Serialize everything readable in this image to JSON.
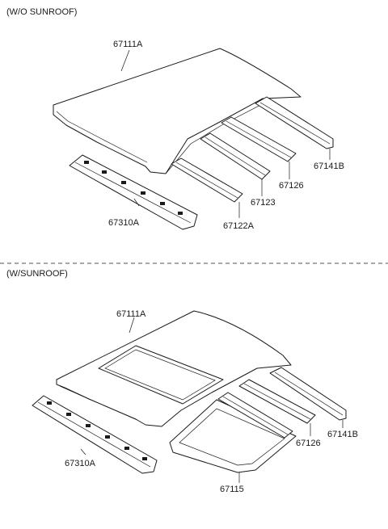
{
  "sections": [
    {
      "title": "(W/O SUNROOF)",
      "labels": {
        "roof_panel": "67111A",
        "front_rail": "67310A",
        "bow_front": "67122A",
        "bow_mid": "67123",
        "bow_rear": "67126",
        "rear_rail": "67141B"
      }
    },
    {
      "title": "(W/SUNROOF)",
      "labels": {
        "roof_panel": "67111A",
        "front_rail": "67310A",
        "sunroof_frame": "67115",
        "bow_rear": "67126",
        "rear_rail": "67141B"
      }
    }
  ]
}
